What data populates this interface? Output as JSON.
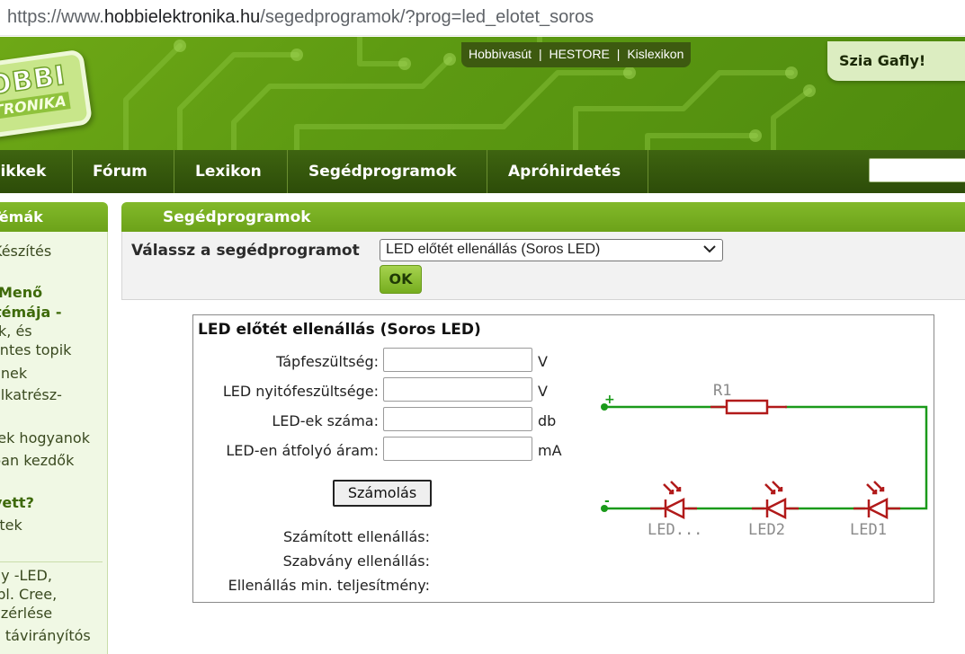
{
  "browser": {
    "url_prefix": "https://www.",
    "url_domain": "hobbielektronika.hu",
    "url_path": "/segedprogramok/?prog=led_elotet_soros"
  },
  "header": {
    "logo_line1": "OBBI",
    "logo_line2": "TRONIKA",
    "top_links": [
      "Hobbivasút",
      "HESTORE",
      "Kislexikon"
    ],
    "top_link_separator": "|",
    "greeting": "Szia Gafly!"
  },
  "nav": {
    "items": [
      "Cikkek",
      "Fórum",
      "Lexikon",
      "Segédprogramok",
      "Apróhirdetés"
    ]
  },
  "sidebar": {
    "title": "Témák",
    "lines": [
      "Készítés",
      "Menő",
      "témája -",
      "k, és",
      "antes topik",
      "ének",
      "alkatrész-",
      "rek hogyanok",
      "ban kezdők",
      "vett?",
      "ztek",
      "ny -LED,",
      "(pl. Cree,",
      "ezérlése",
      "a távirányítós"
    ]
  },
  "main": {
    "title": "Segédprogramok",
    "select_label": "Válassz a segédprogramot",
    "select_value": "LED előtét ellenállás (Soros LED)",
    "ok_label": "OK"
  },
  "calc": {
    "title": "LED előtét ellenállás (Soros LED)",
    "fields": [
      {
        "label": "Tápfeszültség:",
        "value": "",
        "unit": "V"
      },
      {
        "label": "LED nyitófeszültsége:",
        "value": "",
        "unit": "V"
      },
      {
        "label": "LED-ek száma:",
        "value": "",
        "unit": "db"
      },
      {
        "label": "LED-en átfolyó áram:",
        "value": "",
        "unit": "mA"
      }
    ],
    "button_label": "Számolás",
    "results": [
      "Számított ellenállás:",
      "Szabvány ellenállás:",
      "Ellenállás min. teljesítmény:"
    ]
  },
  "circuit": {
    "resistor": "R1",
    "plus": "+",
    "minus": "-",
    "leds": [
      "LED...",
      "LED2",
      "LED1"
    ],
    "wire_color": "#1a9a1a",
    "part_color": "#b11a1a",
    "label_color": "#8a8a8a"
  },
  "colors": {
    "header_green": "#5d9a12",
    "nav_dark": "#2d4c09",
    "panel_green": "#78ae22"
  }
}
